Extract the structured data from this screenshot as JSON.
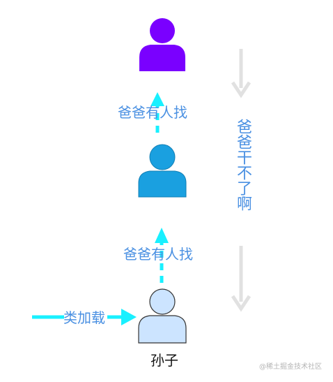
{
  "diagram": {
    "nodes": [
      {
        "id": "grandparent",
        "label": "",
        "color": "#7a00ff"
      },
      {
        "id": "parent",
        "label": "",
        "color": "#1aa0e0"
      },
      {
        "id": "child",
        "label": "孙子",
        "color": "#cce4ff"
      }
    ],
    "edges": [
      {
        "from": "child",
        "to": "parent",
        "label": "爸爸有人找",
        "color": "#19f0ff"
      },
      {
        "from": "parent",
        "to": "grandparent",
        "label": "爸爸有人找",
        "color": "#19f0ff"
      },
      {
        "from": "external",
        "to": "child",
        "label": "类加载",
        "color": "#19f0ff"
      }
    ],
    "side_note": {
      "text": "爸爸干不了啊",
      "color": "#4a90e2",
      "arrow_color": "#e1e1e1"
    },
    "watermark": "@稀土掘金技术社区"
  }
}
